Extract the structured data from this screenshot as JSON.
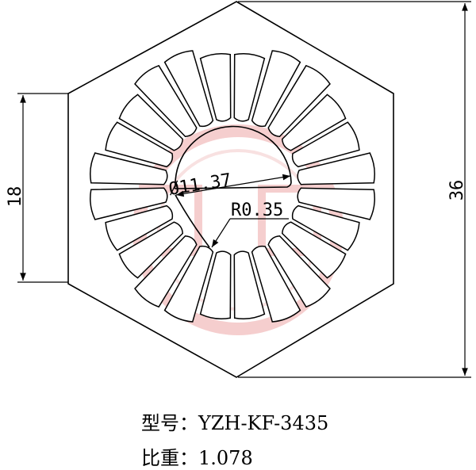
{
  "drawing": {
    "dim_height_left": "18",
    "dim_height_right": "36",
    "dim_diameter": "Ø11.37",
    "dim_radius": "R0.35",
    "fin_count": 24,
    "watermark_color": "#f4c9c9",
    "line_color": "#000000"
  },
  "spec": {
    "model_label": "型号：",
    "model_value": "YZH-KF-3435",
    "weight_label": "比重：",
    "weight_value": "1.078"
  }
}
